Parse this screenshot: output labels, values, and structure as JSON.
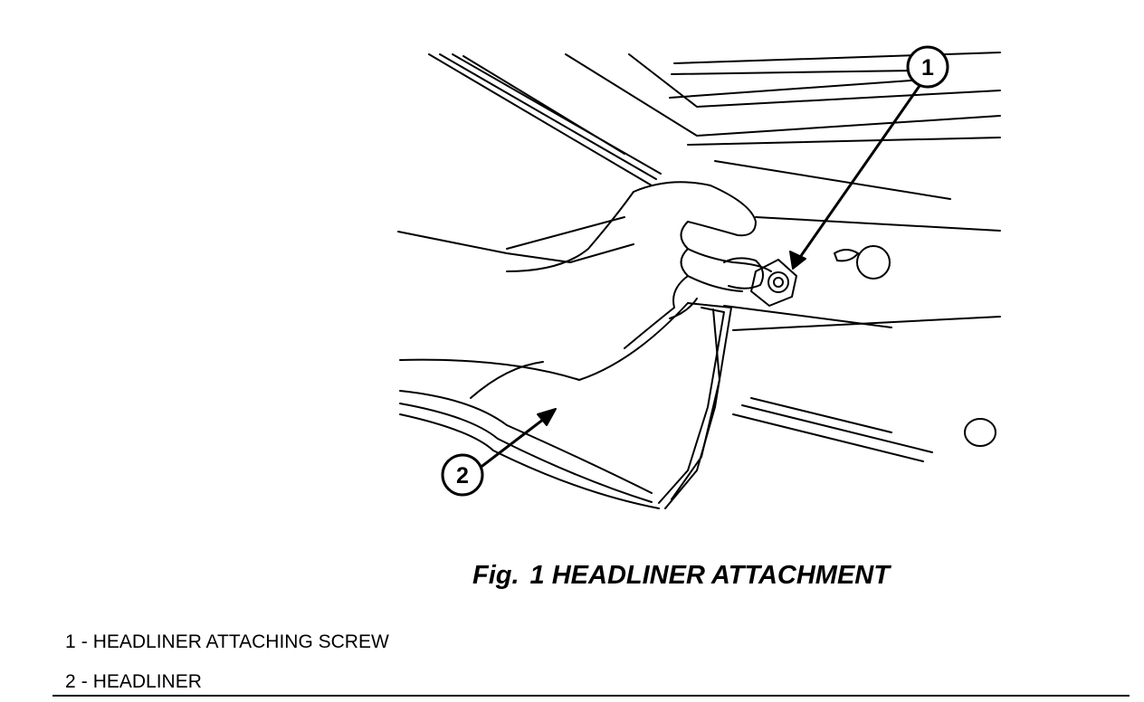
{
  "callouts": [
    {
      "id": "1",
      "text": "1"
    },
    {
      "id": "2",
      "text": "2"
    }
  ],
  "caption": {
    "fig_label": "Fig.",
    "title": "1 HEADLINER ATTACHMENT"
  },
  "legend": {
    "items": [
      {
        "num": "1",
        "sep": "-",
        "label": "HEADLINER ATTACHING SCREW"
      },
      {
        "num": "2",
        "sep": "-",
        "label": "HEADLINER"
      }
    ]
  },
  "colors": {
    "ink": "#000000",
    "paper": "#ffffff"
  }
}
